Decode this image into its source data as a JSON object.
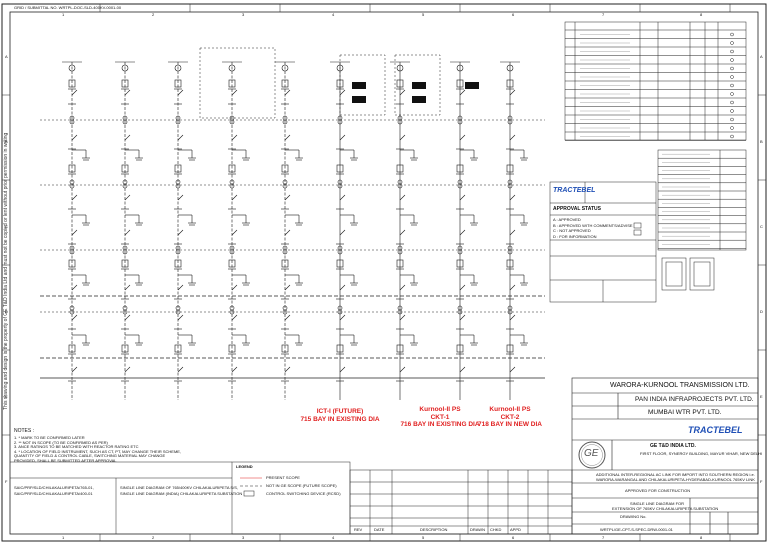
{
  "header": {
    "ref_line": "GRID / SUBMITTAL NO.   WRTPL-DOC-SLD-400KV-0001-00"
  },
  "grid": {
    "columns": [
      "1",
      "2",
      "3",
      "4",
      "5",
      "6",
      "7",
      "8"
    ],
    "rows": [
      "A",
      "B",
      "C",
      "D",
      "E",
      "F"
    ]
  },
  "side_note": "This drawing and design is the property of GE T&D India Ltd and must not be copied or lent without prior permission in writing",
  "bay_captions": [
    {
      "line1": "ICT-I (FUTURE)",
      "line2": "715 BAY IN EXISTING DIA"
    },
    {
      "line1": "Kurnool-II PS",
      "line2": "CKT-1",
      "line3": "716 BAY IN EXISTING DIA"
    },
    {
      "line1": "Kurnool-II PS",
      "line2": "CKT-2",
      "line3": "718 BAY IN NEW DIA"
    }
  ],
  "legend": {
    "title": "LEGEND",
    "items": [
      "PRESENT SCOPE",
      "NOT IN GE SCOPE (FUTURE SCOPE)",
      "CONTROL SWITCHING DEVICE (RCSD)"
    ]
  },
  "notes": {
    "title": "NOTES :",
    "lines": [
      "1. * MARK TO BE CONFIRMED LATER",
      "2. ** NOT IN SCOPE (TO BE CONFIRMED AS PER)",
      "3. ANCE RATINGS TO BE MATCHED WITH REACTOR RATING ETC",
      "4. * LOCATION OF FIELD INSTRUMENT, SUCH AS CT, PT, MAY CHANGE THEIR SCHEME,",
      "   QUANTITY OF FIELD & CONTROL CABLE, SWITCHING MATERIAL MAY CHANGE",
      "   PROVIDED, SHALL BE SUBMITTED AFTER APPROVAL"
    ]
  },
  "references": [
    "SINGLE LINE DIAGRAM OF 765/400KV CHILAKALURIPETA S/S,",
    "SINGLE LINE DIAGRAM (INDIA) CHILAKALURIPETA SUBSTATION"
  ],
  "ref_docs": [
    "SAIC/PRP/SLD/CHILAKALURIPETA/765-01,",
    "SAIC/PRP/SLD/CHILAKALURIPETA/400-01"
  ],
  "approval": {
    "brand": "TRACTEBEL",
    "title": "APPROVAL STATUS",
    "options": [
      "A : APPROVED",
      "B : APPROVED WITH COMMENTS/ADVISE",
      "C : NOT APPROVED",
      "D : FOR INFORMATION"
    ]
  },
  "title_block": {
    "owner": "WARORA-KURNOOL TRANSMISSION LTD.",
    "owner_engineer": "PAN INDIA INFRAPROJECTS PVT. LTD.",
    "contractor": "MUMBAI WTR PVT. LTD.",
    "consultant_brand": "TRACTEBEL",
    "manufacturer": "GE T&D INDIA LTD.",
    "manufacturer_address": "FIRST FLOOR, SYNERGY BUILDING, MAYUR VIHAR, NEW DELHI",
    "project": "ADDITIONAL INTER-REGIONAL AC LINK FOR IMPORT INTO SOUTHERN REGION i.e.",
    "project2": "WARORA-WARANGAL AND CHILAKALURIPETA-HYDERABAD-KURNOOL 765KV LINK",
    "scheme": "APPROVED FOR CONSTRUCTION",
    "drawing_title": "SINGLE LINE DIAGRAM FOR",
    "drawing_title2": "EXTENSION OF 765KV CHILAKALURIPETA SUBSTATION",
    "drawing_no_label": "DRAWING No.",
    "drawing_no": "WRTPL/GE-CPT-S-SPEC-DRW-0001-01",
    "ge_logo": "GE"
  },
  "revisions_labels": [
    "REV",
    "DATE",
    "DESCRIPTION",
    "DRAWN",
    "CHKD",
    "APPD"
  ],
  "colors": {
    "red": "#e02020",
    "blue": "#1f4fb5",
    "line": "#1a1a1a",
    "grey": "#555555"
  }
}
